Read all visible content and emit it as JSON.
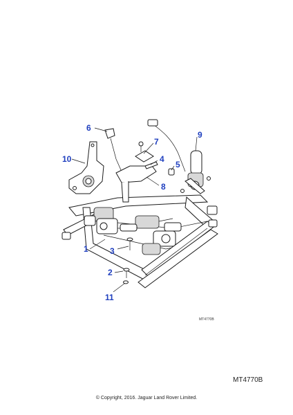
{
  "callouts": {
    "c1": "1",
    "c2": "2",
    "c3": "3",
    "c4": "4",
    "c5": "5",
    "c6": "6",
    "c7": "7",
    "c8": "8",
    "c9": "9",
    "c10": "10",
    "c11": "11"
  },
  "drawing_ref": "MT4770B",
  "drawing_ref_small": "MT4770B",
  "copyright": "© Copyright, 2016. Jaguar Land Rover Limited.",
  "colors": {
    "callout": "#1f3fbf",
    "line": "#1a1a1a",
    "part_fill": "#ffffff",
    "shade": "#d8d8d8"
  }
}
